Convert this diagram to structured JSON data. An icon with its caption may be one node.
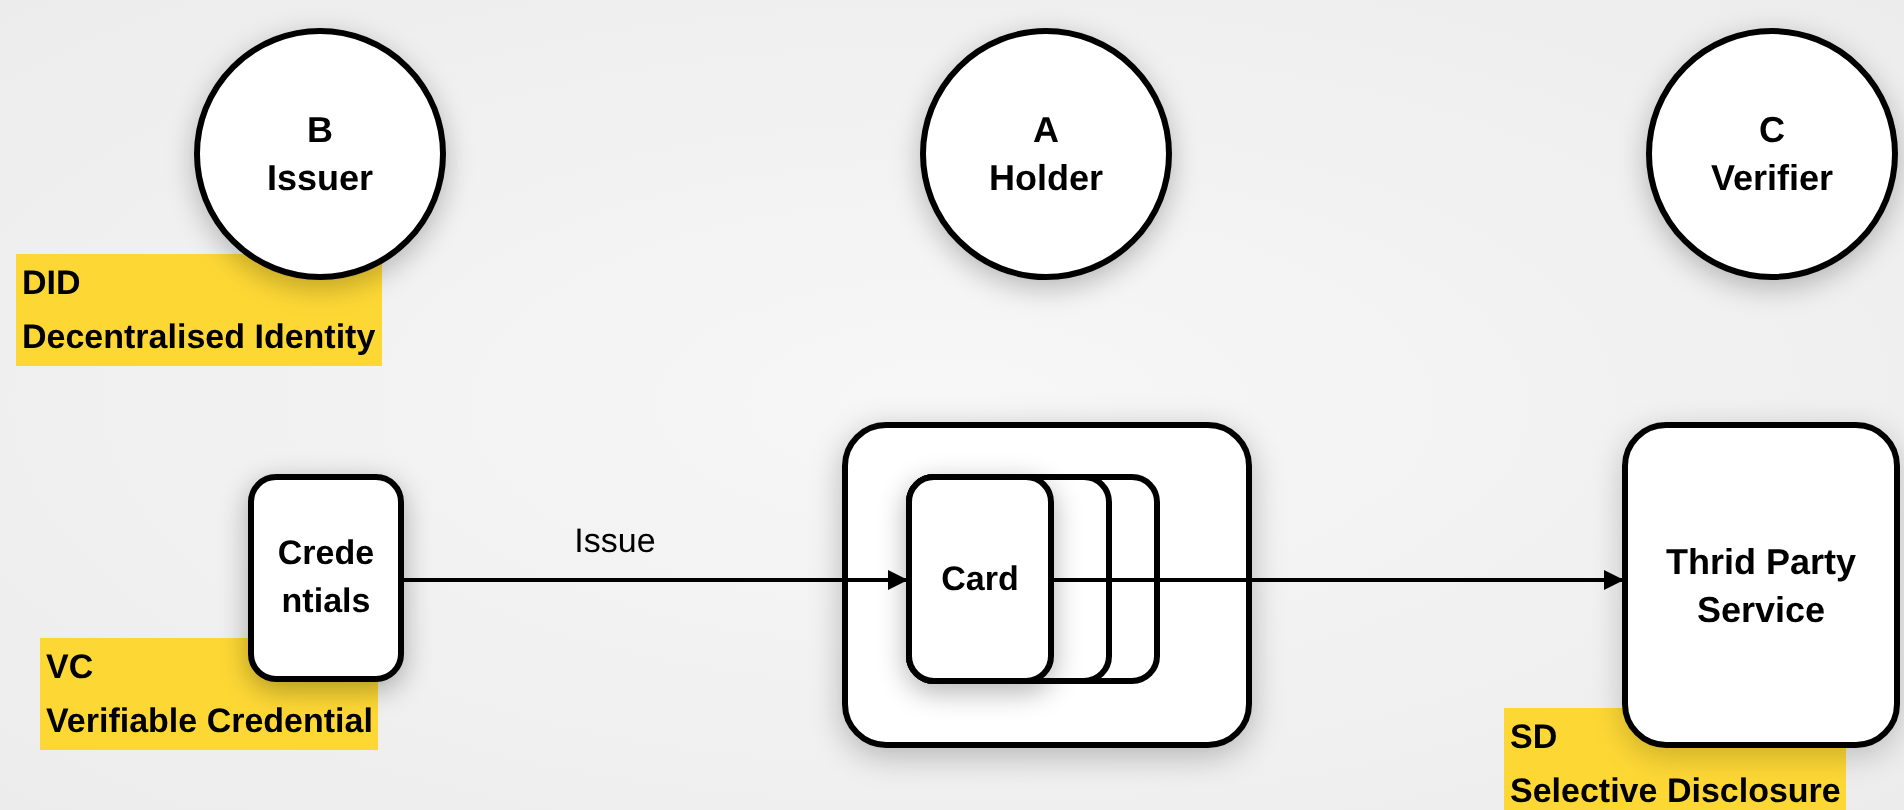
{
  "diagram": {
    "nodes": [
      {
        "text": [
          "B",
          "Issuer"
        ],
        "beside": [
          "DID",
          "Decentralised Identity"
        ]
      },
      {
        "text": [
          "A",
          "Holder"
        ]
      },
      {
        "text": [
          "C",
          "Verifier"
        ]
      },
      {
        "text": [
          "Crede ntials"
        ],
        "beside": [
          "VC",
          "Verifiable Credential"
        ]
      },
      {
        "text": [],
        "shape": "box"
      },
      {
        "text": [
          "Card"
        ],
        "in": 4
      },
      {
        "text": [
          "Thrid Party Service"
        ],
        "beside": [
          "SD",
          "Selective Disclosure"
        ]
      }
    ],
    "edges": [
      {
        "from": 3,
        "to": 5,
        "arrow": "to",
        "label": "Issue"
      },
      {
        "from": 5,
        "to": 6,
        "arrow": "to"
      }
    ]
  }
}
